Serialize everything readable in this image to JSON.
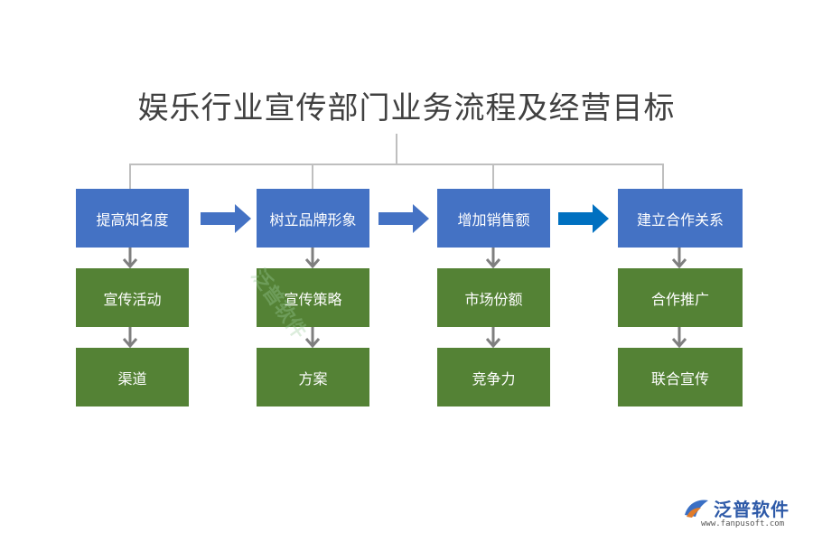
{
  "title": "娱乐行业宣传部门业务流程及经营目标",
  "colors": {
    "goal_box": "#4472c4",
    "step_box": "#548235",
    "connector": "#bfbfbf",
    "arrow_gray": "#7f7f7f",
    "arrow_blue": "#4472c4",
    "arrow_blue_last": "#0070c0"
  },
  "columns": [
    {
      "goal": "提高知名度",
      "steps": [
        "宣传活动",
        "渠道"
      ]
    },
    {
      "goal": "树立品牌形象",
      "steps": [
        "宣传策略",
        "方案"
      ]
    },
    {
      "goal": "增加销售额",
      "steps": [
        "市场份额",
        "竞争力"
      ]
    },
    {
      "goal": "建立合作关系",
      "steps": [
        "合作推广",
        "联合宣传"
      ]
    }
  ],
  "watermark": "泛普软件",
  "logo": {
    "name": "泛普软件",
    "url": "www.fanpusoft.com"
  }
}
